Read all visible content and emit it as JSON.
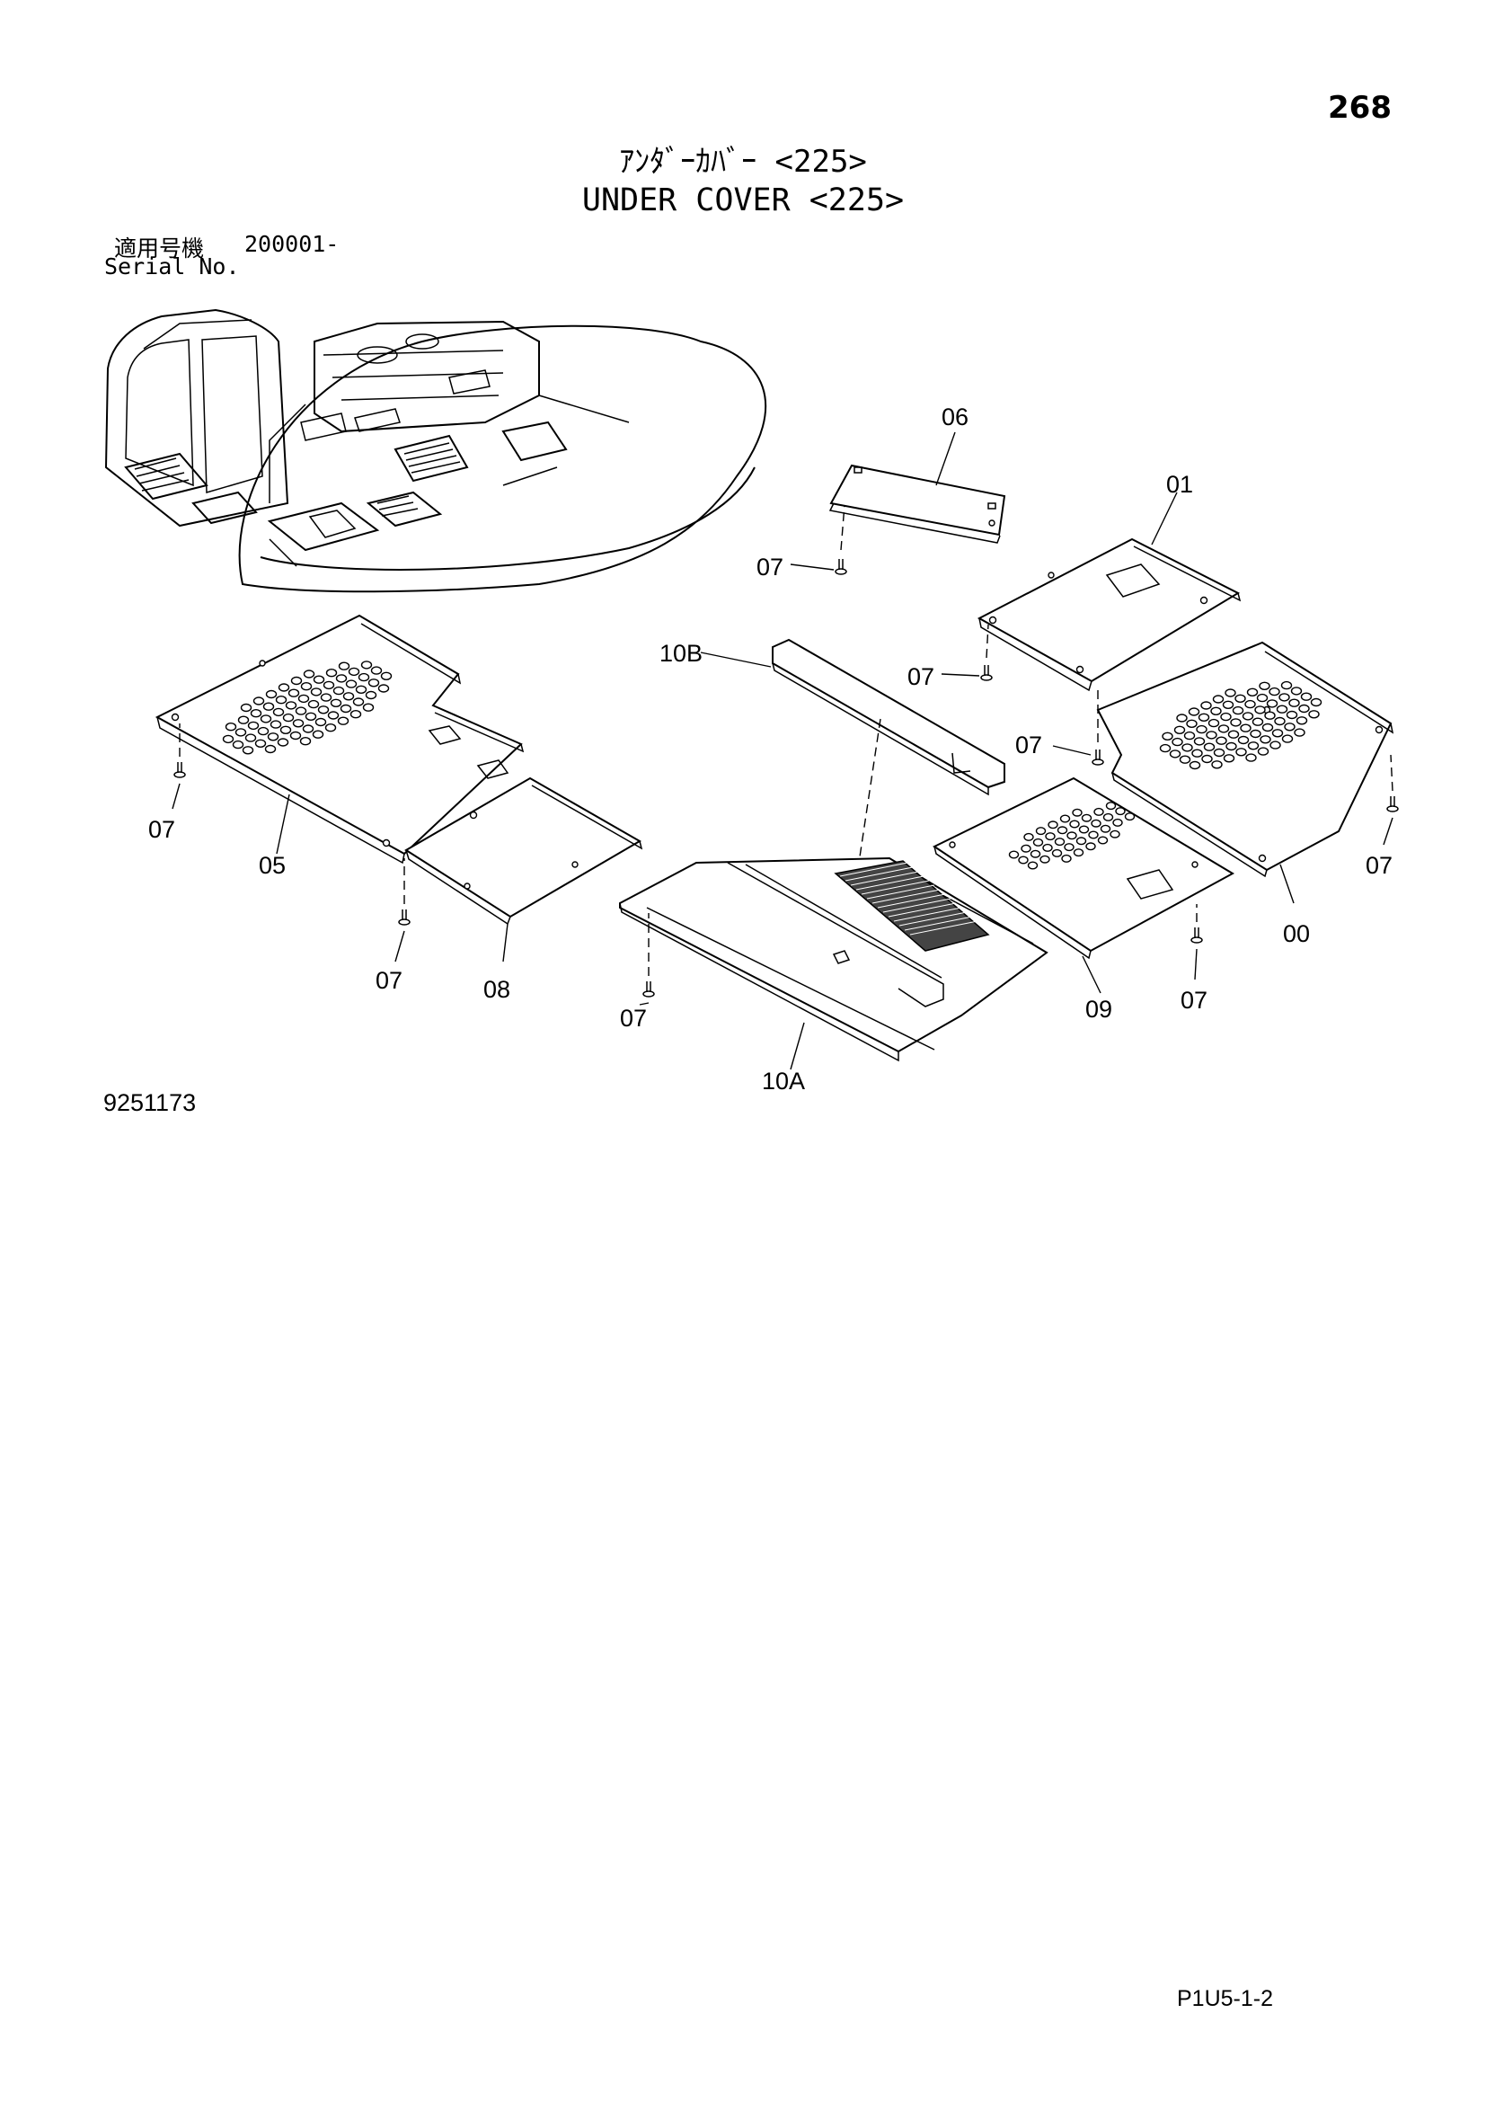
{
  "header": {
    "page_number": "268",
    "title_jp": "ｱﾝﾀﾞｰｶﾊﾞｰ <225>",
    "title_en": "UNDER COVER <225>"
  },
  "serial": {
    "label_jp": "適用号機",
    "value": "200001-",
    "label_en": "Serial No."
  },
  "callouts": {
    "c06": "06",
    "c01": "01",
    "c07_a": "07",
    "c07_b": "07",
    "c10B": "10B",
    "c07_c": "07",
    "c07_d": "07",
    "c05": "05",
    "c07_e": "07",
    "c08": "08",
    "c00": "00",
    "c07_f": "07",
    "c09": "09",
    "c07_g": "07",
    "c07_h": "07",
    "c10A": "10A"
  },
  "footer": {
    "illustration_id": "9251173",
    "page_code": "P1U5-1-2"
  }
}
